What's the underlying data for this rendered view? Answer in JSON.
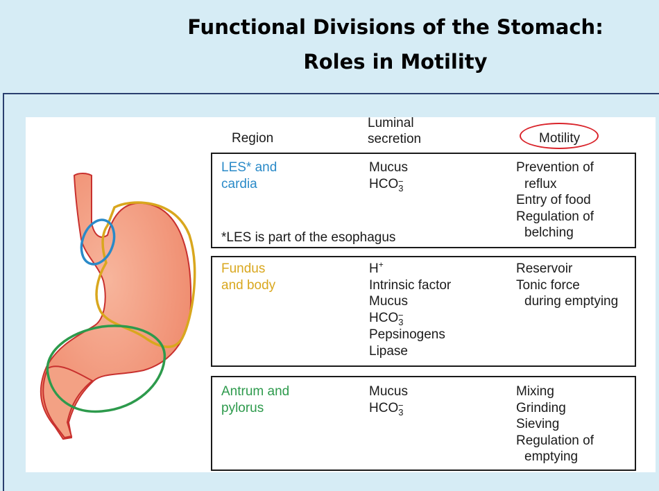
{
  "title": {
    "line1": "Functional Divisions of the Stomach:",
    "line2": "Roles in Motility"
  },
  "columns": {
    "region": "Region",
    "secretion_line1": "Luminal",
    "secretion_line2": "secretion",
    "motility": "Motility"
  },
  "rows": [
    {
      "region": [
        "LES* and",
        "cardia"
      ],
      "secretion": [
        "Mucus"
      ],
      "hco3": "HCO",
      "motility": [
        "Prevention of",
        "reflux",
        "Entry of food",
        "Regulation of",
        "belching"
      ],
      "note": "*LES is part of the esophagus"
    },
    {
      "region": [
        "Fundus",
        "and body"
      ],
      "h_plus": "H",
      "secretion_after_h": [
        "Intrinsic factor",
        "Mucus"
      ],
      "hco3": "HCO",
      "secretion_after_hco3": [
        "Pepsinogens",
        "Lipase"
      ],
      "motility": [
        "Reservoir",
        "Tonic force",
        "during emptying"
      ]
    },
    {
      "region": [
        "Antrum and",
        "pylorus"
      ],
      "secretion": [
        "Mucus"
      ],
      "hco3": "HCO",
      "motility": [
        "Mixing",
        "Grinding",
        "Sieving",
        "Regulation of",
        "emptying"
      ]
    }
  ],
  "subscript_3": "3",
  "superscript_minus": "−",
  "superscript_plus": "+",
  "colors": {
    "les_cardia": "#2a8ac8",
    "fundus_body": "#d9a71e",
    "antrum_pylorus": "#2d9a4c",
    "highlight_circle": "#d9232a",
    "stomach_fill": "#f2957a",
    "stomach_outline": "#c8302e"
  }
}
